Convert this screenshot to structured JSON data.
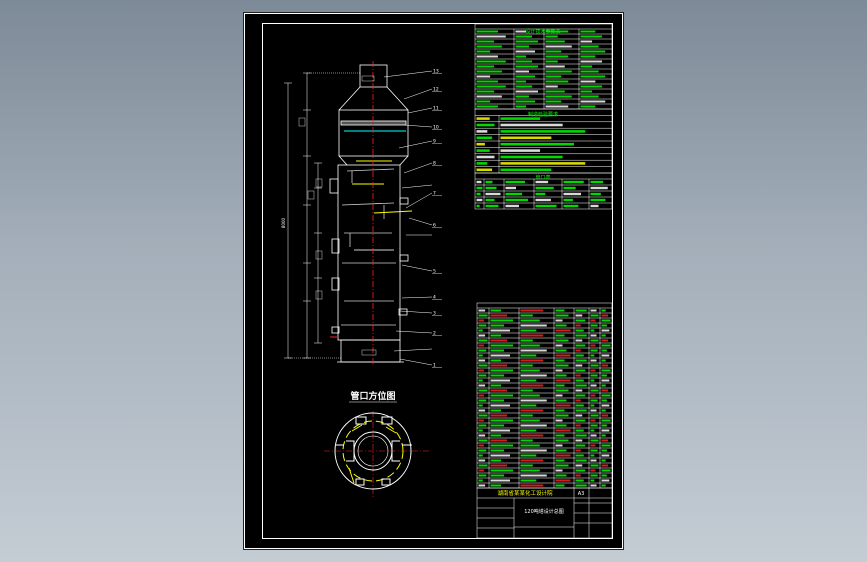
{
  "drawing": {
    "view_title": "管口方位图",
    "factory_name": "湖南省某某化工设计院",
    "sheet_size": "A3",
    "drawing_title": "120吨塔设计总图",
    "elevation_dimension": "8000"
  },
  "tables": {
    "spec_header": "设计技术参数表",
    "process_header": "制造检验要求",
    "nozzle_header": "管口表"
  },
  "part_numbers": [
    "13",
    "12",
    "11",
    "10",
    "9",
    "8",
    "7",
    "6",
    "5",
    "4",
    "3",
    "2",
    "1"
  ],
  "colors": {
    "background": "#000000",
    "line_white": "#ffffff",
    "line_green": "#00ff00",
    "accent_yellow": "#ffff00",
    "accent_cyan": "#00ffff",
    "accent_red": "#ff2020",
    "accent_magenta": "#ff00ff"
  }
}
